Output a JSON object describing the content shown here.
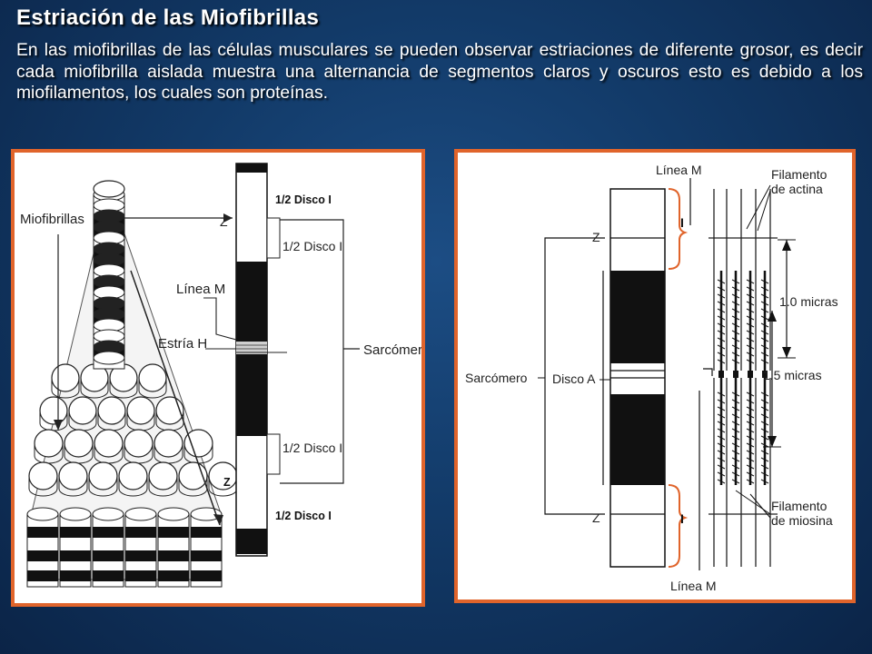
{
  "slide": {
    "title": "Estriación de las Miofibrillas",
    "body": "En las miofibrillas de las células musculares se pueden observar estriaciones de diferente grosor, es decir cada miofibrilla aislada muestra una alternancia de segmentos claros y oscuros esto es debido a los miofilamentos, los cuales son proteínas."
  },
  "left_diagram": {
    "miofibrillas": "Miofibrillas",
    "linea_m": "Línea M",
    "estria_h": "Estría H",
    "sarcomero": "Sarcómero",
    "z_top": "Z",
    "disco_inner_top": "1/2 Disco I",
    "disco_inner_bottom": "1/2 Disco I",
    "disco_overlay_top": "1/2 Disco I",
    "disco_overlay_bottom": "1/2 Disco I",
    "z_overlay": "Z"
  },
  "right_diagram": {
    "linea_m_top": "Línea M",
    "linea_m_bottom": "Línea M",
    "filamento_actina": [
      "Filamento",
      "de actina"
    ],
    "filamento_miosina": [
      "Filamento",
      "de miosina"
    ],
    "z_top": "Z",
    "z_bottom": "Z",
    "sarcomero": "Sarcómero",
    "disco_a": "Disco A",
    "micras_1": "1.0 micras",
    "micras_2": "1.5 micras",
    "i_top": "I",
    "i_bottom": "I"
  },
  "colors": {
    "panel_border": "#e0642b",
    "bracket": "#e0642b",
    "background": "#123a68"
  }
}
